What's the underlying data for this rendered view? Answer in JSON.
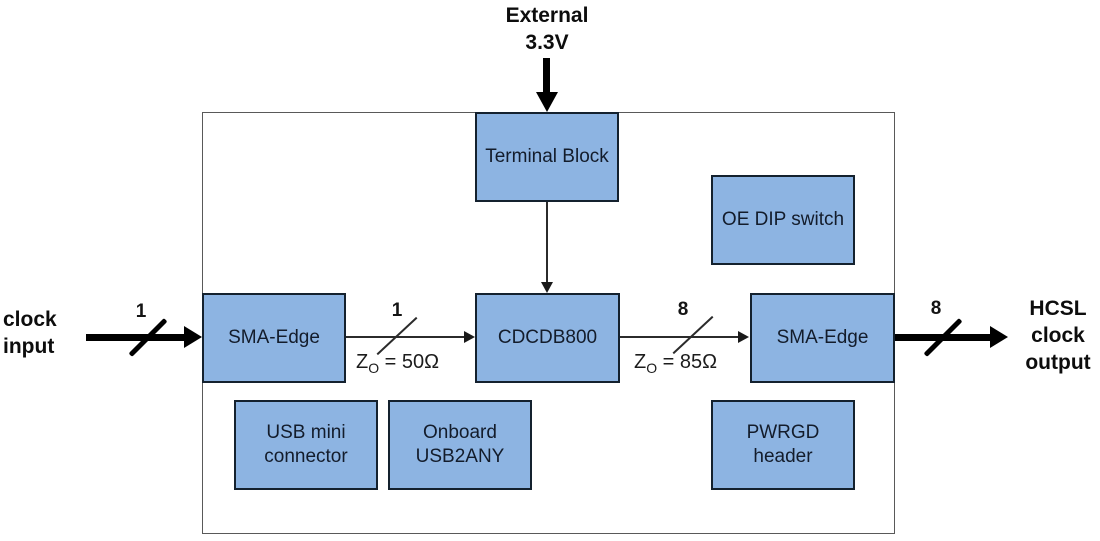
{
  "io": {
    "supply_label": "External\n3.3V",
    "clock_input_label": "clock\ninput",
    "clock_output_label": "HCSL\nclock\noutput"
  },
  "blocks": {
    "terminal_block": "Terminal Block",
    "oe_dip_switch": "OE DIP switch",
    "sma_edge_input": "SMA-Edge",
    "cdcdb800": "CDCDB800",
    "sma_edge_output": "SMA-Edge",
    "usb_mini_connector": "USB mini\nconnector",
    "onboard_usb2any": "Onboard\nUSB2ANY",
    "pwrgd_header": "PWRGD\nheader"
  },
  "buses": {
    "input_width": "1",
    "stage1_width": "1",
    "stage2_width": "8",
    "output_width": "8"
  },
  "impedance": {
    "left": {
      "symbol": "Z",
      "subscript": "O",
      "value": " = 50Ω"
    },
    "right": {
      "symbol": "Z",
      "subscript": "O",
      "value": " = 85Ω"
    }
  },
  "colors": {
    "block_fill": "#8DB4E2",
    "block_border": "#14212e",
    "board_border": "#595959",
    "wire": "#000000"
  }
}
